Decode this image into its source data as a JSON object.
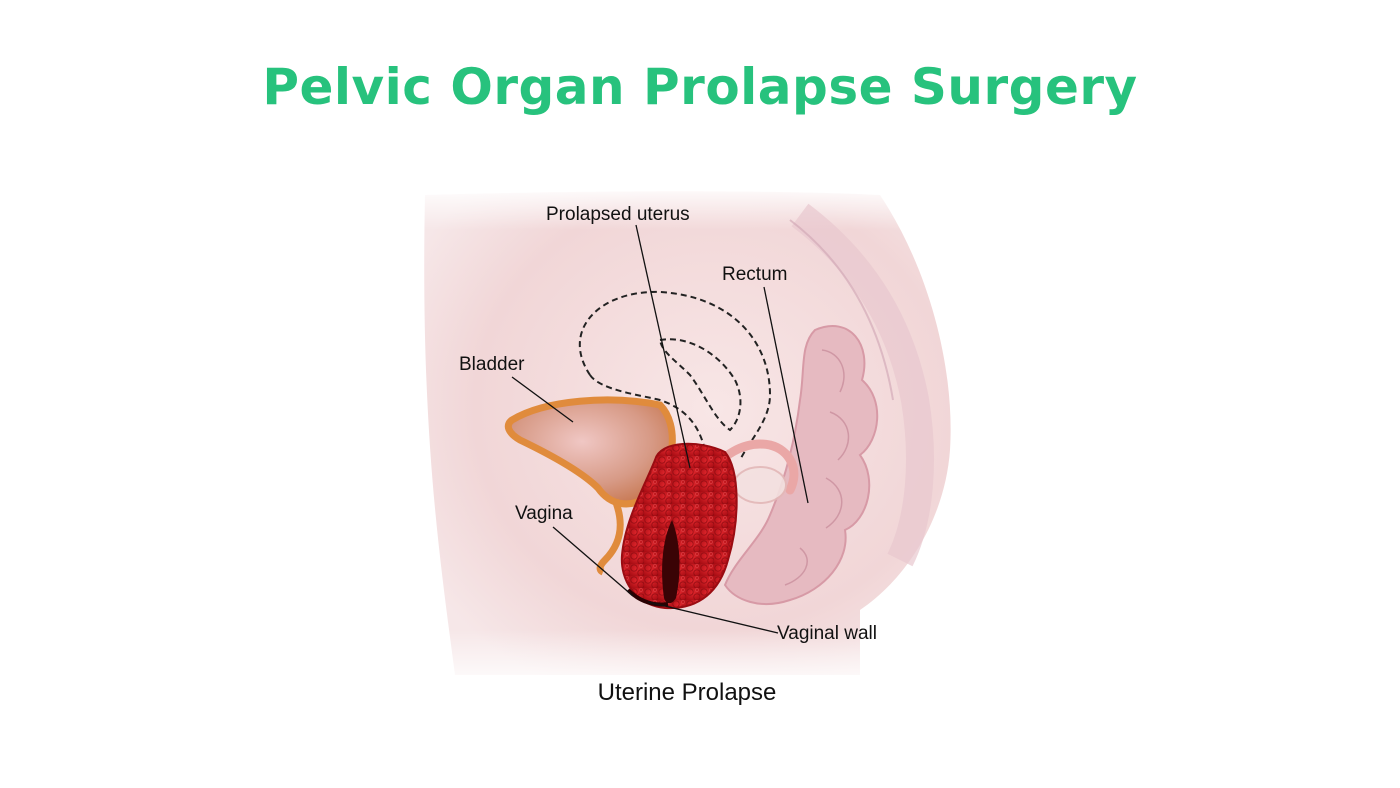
{
  "title": "Pelvic Organ Prolapse Surgery",
  "labels": {
    "prolapsed_uterus": "Prolapsed uterus",
    "rectum": "Rectum",
    "bladder": "Bladder",
    "vagina": "Vagina",
    "vaginal_wall": "Vaginal wall"
  },
  "caption": "Uterine Prolapse",
  "colors": {
    "title": "#27c27d",
    "skin": "#f3dcdc",
    "bladder": "#e0913a",
    "uterus": "#c8141c",
    "rectum": "#e2b3ba"
  }
}
